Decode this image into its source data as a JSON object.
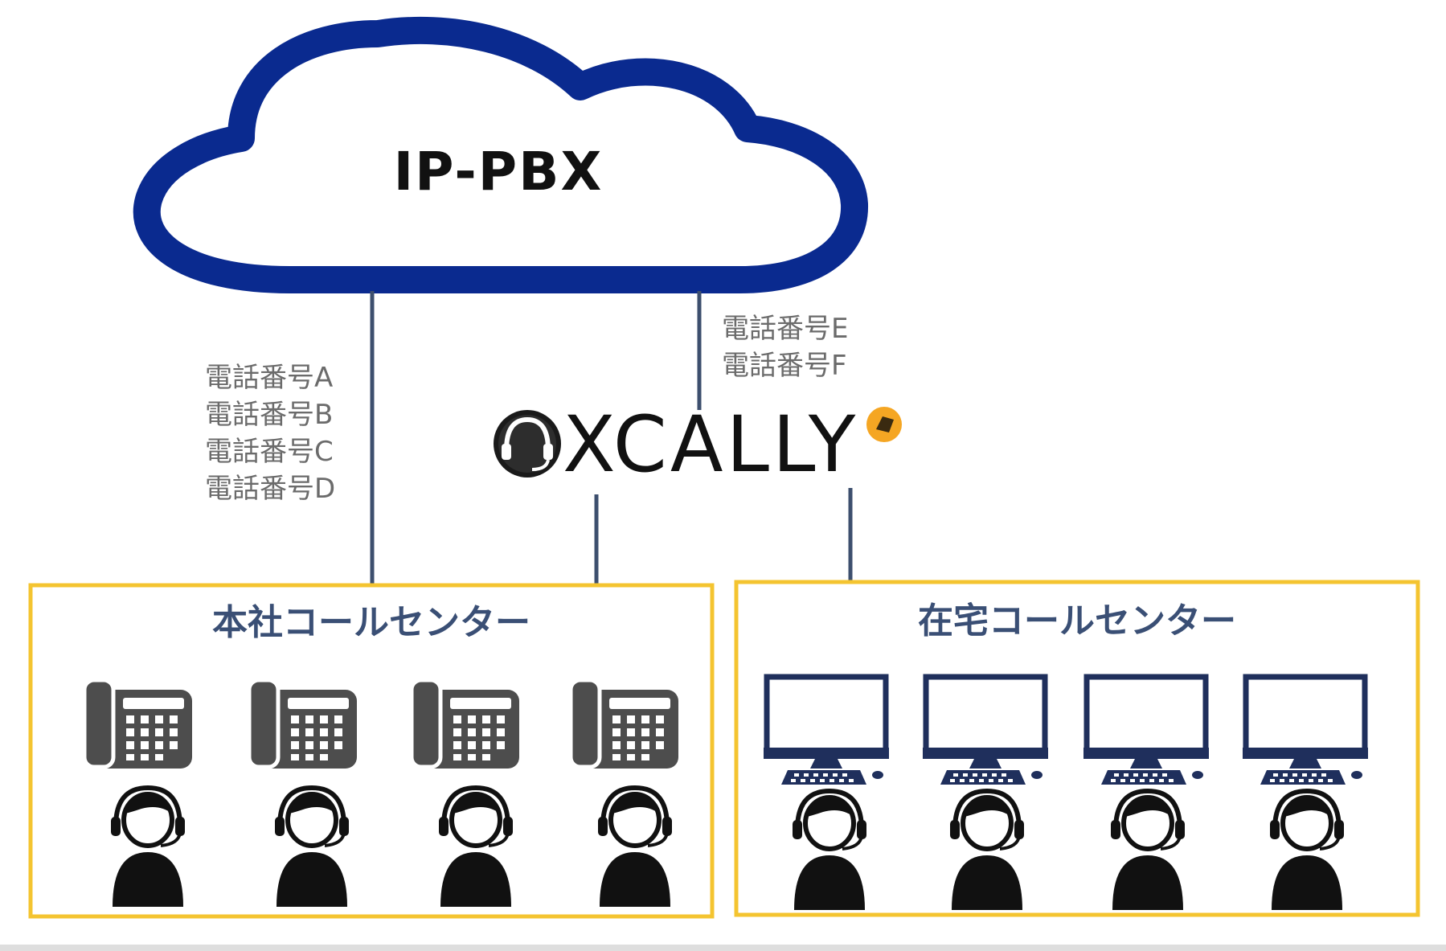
{
  "cloud": {
    "label": "IP-PBX",
    "stroke_color": "#0a2a8f"
  },
  "numbers_left": [
    "電話番号A",
    "電話番号B",
    "電話番号C",
    "電話番号D"
  ],
  "numbers_right": [
    "電話番号E",
    "電話番号F"
  ],
  "brand": {
    "name": "XCALLY",
    "icon": "headset-logo-icon",
    "badge_icon": "orange-badge-icon",
    "badge_color": "#f5a623"
  },
  "headquarters": {
    "title": "本社コールセンター",
    "device_icon": "desk-phone-icon",
    "agent_icon": "headset-agent-icon",
    "agents": 4
  },
  "home": {
    "title": "在宅コールセンター",
    "device_icon": "desktop-computer-icon",
    "agent_icon": "headset-agent-icon",
    "agents": 4
  },
  "colors": {
    "box_border": "#f4c430",
    "line": "#3d4f6e",
    "title": "#3a4f75",
    "icon_dark": "#4a4a4a",
    "monitor": "#1f2f5c"
  }
}
